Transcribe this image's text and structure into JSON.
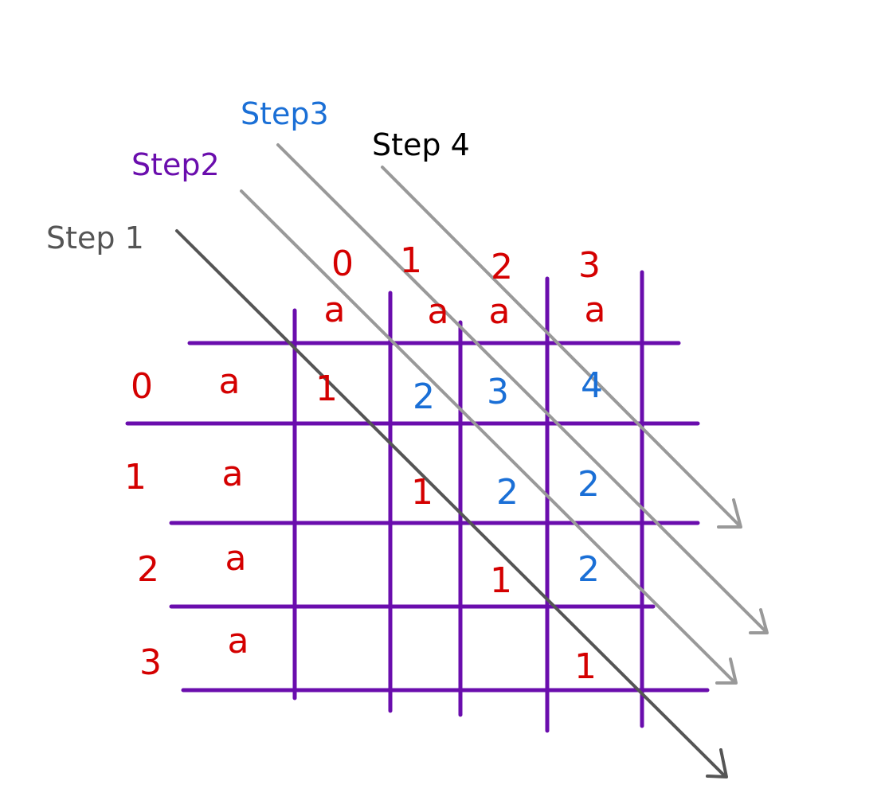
{
  "colors": {
    "grid": "#6a0dad",
    "red": "#d40000",
    "blue": "#1a6fd6",
    "step1": "#555555",
    "step2": "#6a0dad",
    "step3": "#1a6fd6",
    "step4": "#000000",
    "arrow_dark": "#555555",
    "arrow_light": "#999999"
  },
  "steps": [
    {
      "label": "Step 1",
      "color": "#555555"
    },
    {
      "label": "Step2",
      "color": "#6a0dad"
    },
    {
      "label": "Step3",
      "color": "#1a6fd6"
    },
    {
      "label": "Step 4",
      "color": "#000000"
    }
  ],
  "columns": {
    "indices": [
      "0",
      "1",
      "2",
      "3"
    ],
    "chars": [
      "a",
      "a",
      "a",
      "a"
    ]
  },
  "rows": {
    "indices": [
      "0",
      "1",
      "2",
      "3"
    ],
    "chars": [
      "a",
      "a",
      "a",
      "a"
    ]
  },
  "cells": [
    {
      "row": 0,
      "col": 0,
      "value": "1",
      "color": "red"
    },
    {
      "row": 0,
      "col": 1,
      "value": "2",
      "color": "blue"
    },
    {
      "row": 0,
      "col": 2,
      "value": "3",
      "color": "blue"
    },
    {
      "row": 0,
      "col": 3,
      "value": "4",
      "color": "blue"
    },
    {
      "row": 1,
      "col": 1,
      "value": "1",
      "color": "red"
    },
    {
      "row": 1,
      "col": 2,
      "value": "2",
      "color": "blue"
    },
    {
      "row": 1,
      "col": 3,
      "value": "2",
      "color": "blue"
    },
    {
      "row": 2,
      "col": 2,
      "value": "1",
      "color": "red"
    },
    {
      "row": 2,
      "col": 3,
      "value": "2",
      "color": "blue"
    },
    {
      "row": 3,
      "col": 3,
      "value": "1",
      "color": "red"
    }
  ]
}
